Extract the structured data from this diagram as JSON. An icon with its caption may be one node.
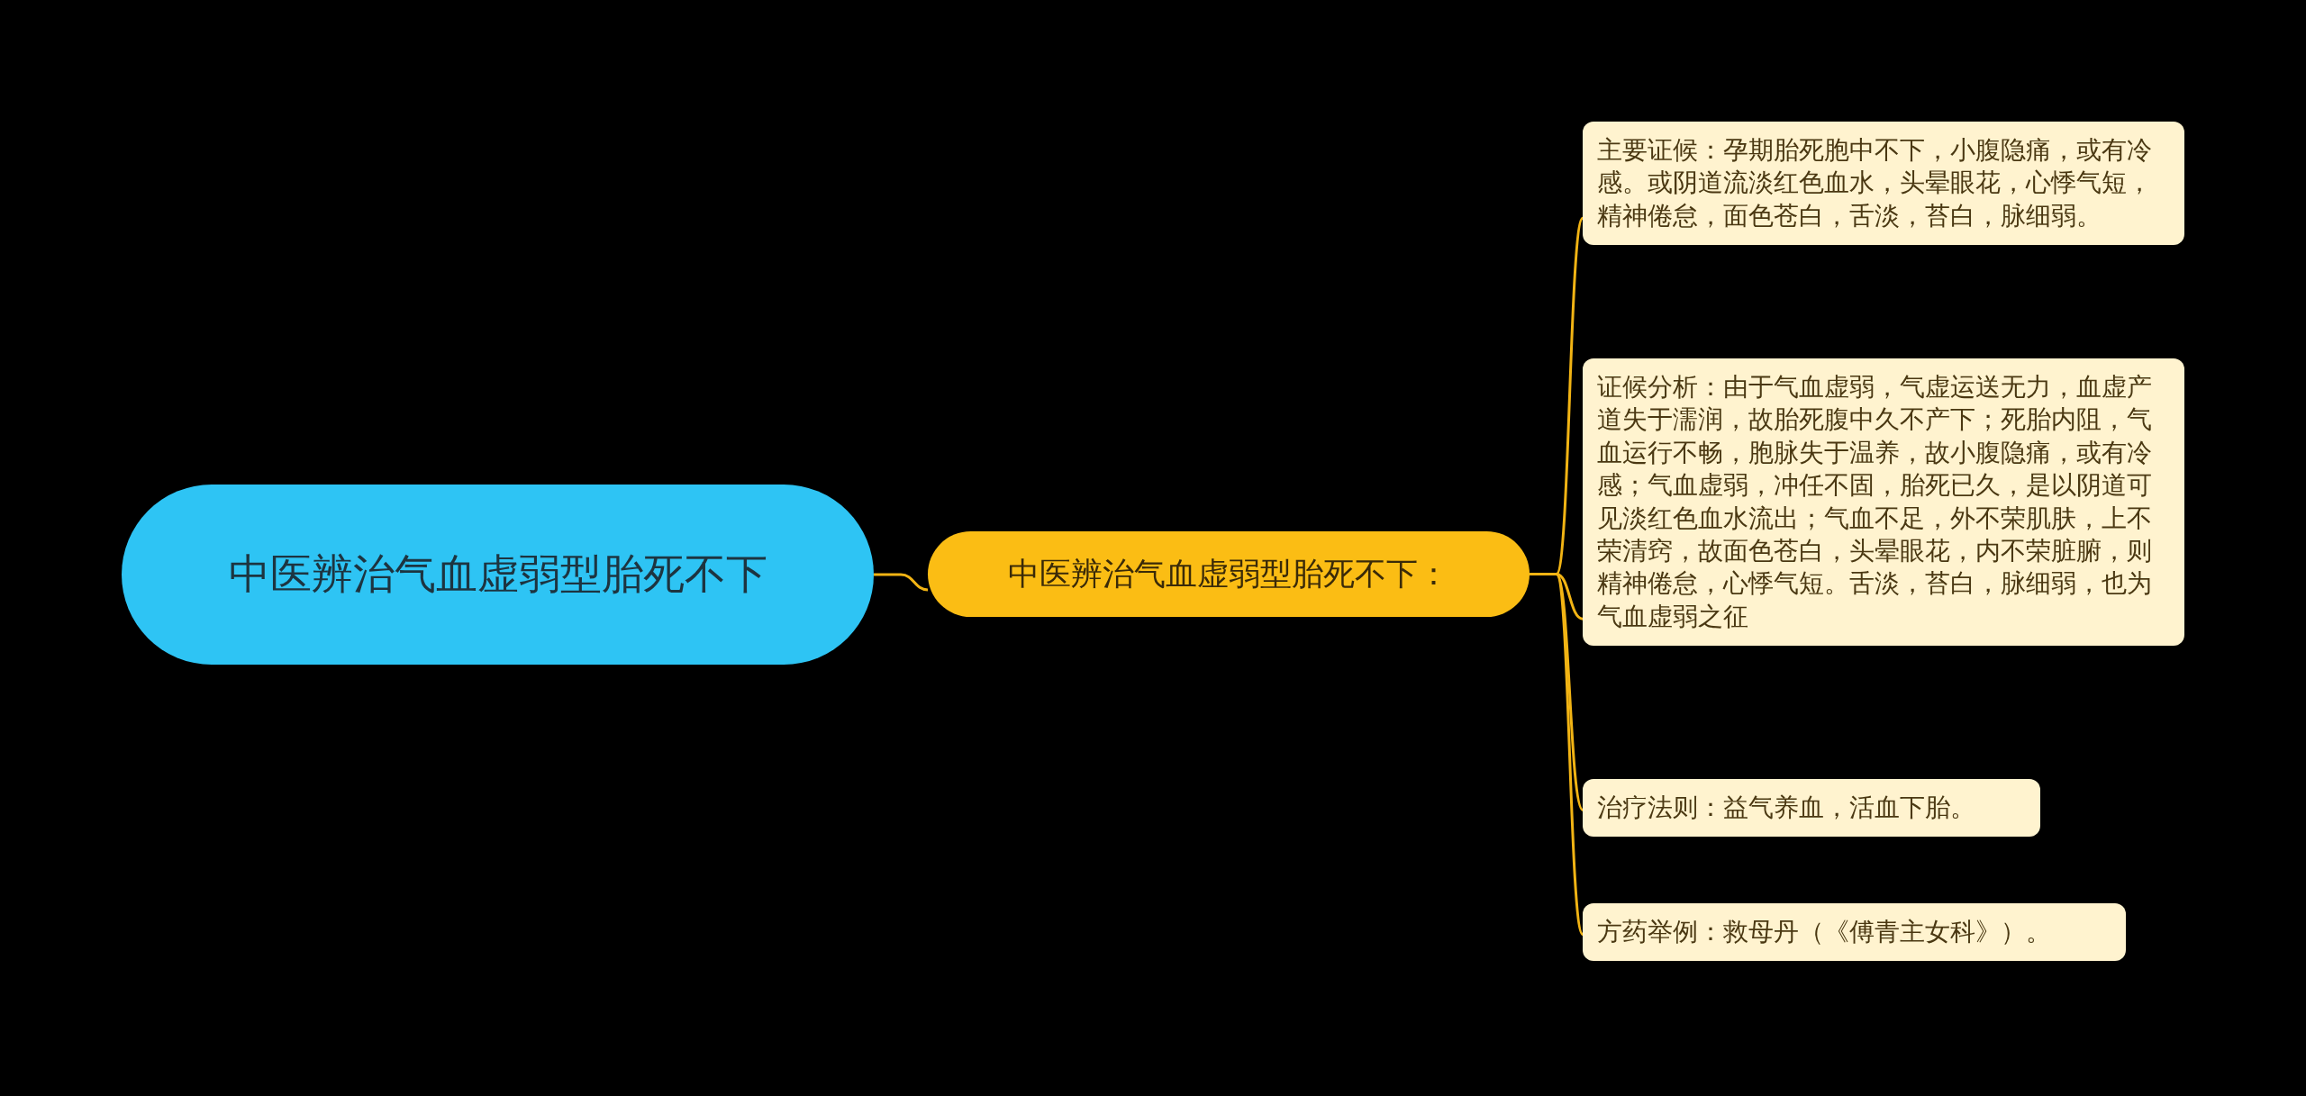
{
  "diagram": {
    "nodes": [
      {
        "text": [
          "中医辨治气血虚弱型胎死不下"
        ]
      },
      {
        "text": [
          "中医辨治气血虚弱型胎死不下："
        ]
      },
      {
        "text": [
          "主要证候：孕期胎死胞中不下，小腹隐痛，或有冷感。或阴道流淡红色血水，头晕眼花，心悸气短，精神倦怠，面色苍白，舌淡，苔白，脉细弱。"
        ]
      },
      {
        "text": [
          "证候分析：由于气血虚弱，气虚运送无力，血虚产道失于濡润，故胎死腹中久不产下；死胎内阻，气血运行不畅，胞脉失于温养，故小腹隐痛，或有冷感；气血虚弱，冲任不固，胎死已久，是以阴道可见淡红色血水流出；气血不足，外不荣肌肤，上不荣清窍，故面色苍白，头晕眼花，内不荣脏腑，则精神倦怠，心悸气短。舌淡，苔白，脉细弱，也为气血虚弱之征"
        ]
      },
      {
        "text": [
          "治疗法则：益气养血，活血下胎。"
        ]
      },
      {
        "text": [
          "方药举例：救母丹（《傅青主女科》）。"
        ]
      }
    ],
    "edges": [
      {
        "from": 0,
        "to": 1,
        "arrow": "none"
      },
      {
        "from": 1,
        "to": 2,
        "arrow": "none"
      },
      {
        "from": 1,
        "to": 3,
        "arrow": "none"
      },
      {
        "from": 1,
        "to": 4,
        "arrow": "none"
      },
      {
        "from": 1,
        "to": 5,
        "arrow": "none"
      }
    ]
  }
}
